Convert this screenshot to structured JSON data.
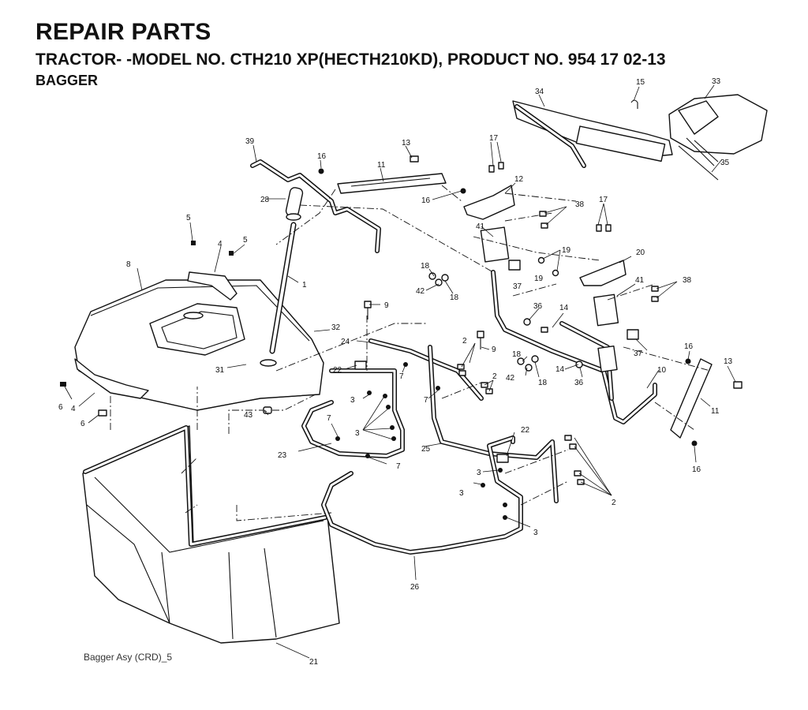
{
  "header": {
    "title": "REPAIR PARTS",
    "subtitle": "TRACTOR- -MODEL NO. CTH210 XP(HECTH210KD), PRODUCT NO. 954 17 02-13",
    "section": "BAGGER"
  },
  "caption": "Bagger Asy (CRD)_5",
  "labels": {
    "l1": "1",
    "l2a": "2",
    "l2b": "2",
    "l2c": "2",
    "l3a": "3",
    "l3b": "3",
    "l3c": "3",
    "l3d": "3",
    "l4a": "4",
    "l4b": "4",
    "l5a": "5",
    "l5b": "5",
    "l6a": "6",
    "l6b": "6",
    "l7a": "7",
    "l7b": "7",
    "l7c": "7",
    "l7d": "7",
    "l8": "8",
    "l9a": "9",
    "l9b": "9",
    "l10": "10",
    "l11a": "11",
    "l11b": "11",
    "l12": "12",
    "l13a": "13",
    "l13b": "13",
    "l14a": "14",
    "l14b": "14",
    "l15": "15",
    "l16a": "16",
    "l16b": "16",
    "l16c": "16",
    "l16d": "16",
    "l17a": "17",
    "l17b": "17",
    "l18a": "18",
    "l18b": "18",
    "l18c": "18",
    "l18d": "18",
    "l19a": "19",
    "l19b": "19",
    "l20": "20",
    "l21": "21",
    "l22a": "22",
    "l22b": "22",
    "l23": "23",
    "l24": "24",
    "l25": "25",
    "l26": "26",
    "l28": "28",
    "l31": "31",
    "l32": "32",
    "l33": "33",
    "l34": "34",
    "l35": "35",
    "l36a": "36",
    "l36b": "36",
    "l37a": "37",
    "l37b": "37",
    "l38a": "38",
    "l38b": "38",
    "l39": "39",
    "l41a": "41",
    "l41b": "41",
    "l42a": "42",
    "l42b": "42",
    "l43": "43"
  }
}
